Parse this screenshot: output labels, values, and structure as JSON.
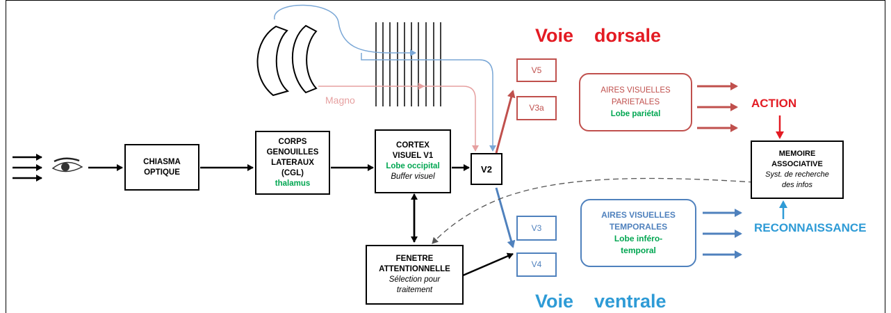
{
  "colors": {
    "dorsal": "#e31b23",
    "ventral": "#2e9bd6",
    "red_box": "#c0504d",
    "blue_box": "#4f81bd",
    "green": "#00a651",
    "magno_arrow": "#e6a0a0",
    "parvo_arrow": "#7aa7d6"
  },
  "titles": {
    "dorsal": "Voie    dorsale",
    "ventral": "Voie    ventrale"
  },
  "magno_label": "Magno",
  "chiasma": {
    "line1": "CHIASMA",
    "line2": "OPTIQUE"
  },
  "cgl": {
    "line1": "CORPS",
    "line2": "GENOUILLES",
    "line3": "LATERAUX",
    "line4": "(CGL)",
    "line5": "thalamus"
  },
  "v1": {
    "line1": "CORTEX",
    "line2": "VISUEL V1",
    "line3": "Lobe occipital",
    "line4": "Buffer visuel"
  },
  "v2": "V2",
  "fenetre": {
    "line1": "FENETRE",
    "line2": "ATTENTIONNELLE",
    "line3": "Sélection pour",
    "line4": "traitement"
  },
  "dorsal_areas": {
    "v5": "V5",
    "v3a": "V3a"
  },
  "ventral_areas": {
    "v3": "V3",
    "v4": "V4"
  },
  "parietal": {
    "line1": "AIRES VISUELLES",
    "line2": "PARIETALES",
    "line3": "Lobe pariétal"
  },
  "temporal": {
    "line1": "AIRES VISUELLES",
    "line2": "TEMPORALES",
    "line3": "Lobe inféro-",
    "line4": "temporal"
  },
  "memoire": {
    "line1": "MEMOIRE",
    "line2": "ASSOCIATIVE",
    "line3": "Syst. de recherche",
    "line4": "des infos"
  },
  "action": "ACTION",
  "reconnaissance": "RECONNAISSANCE",
  "icons": {
    "eye": "eye-icon",
    "lens": "eye-lens-icon"
  }
}
